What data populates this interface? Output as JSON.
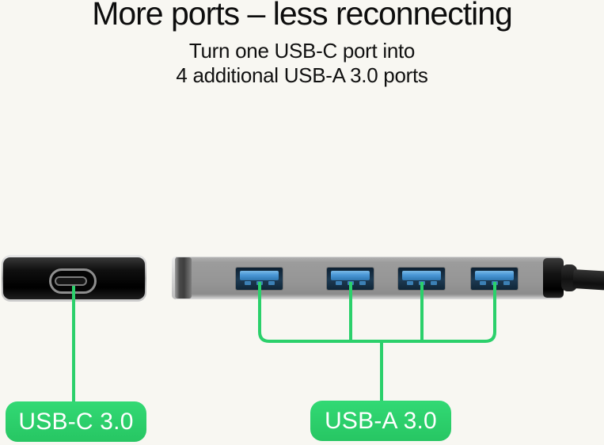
{
  "page": {
    "background_color": "#f8f7f2"
  },
  "header": {
    "title": "More ports – less reconnecting",
    "subtitle_lines": [
      "Turn one USB-C port into",
      "4 additional USB-A 3.0 ports"
    ]
  },
  "diagram": {
    "usb_c_label": "USB-C 3.0",
    "usb_a_label": "USB-A 3.0",
    "usb_a_port_count": 4,
    "usb_c_port_count": 1
  },
  "colors": {
    "accent_green": "#2bd06b",
    "label_text": "#ffffff",
    "hub_gray": "#959595",
    "port_navy": "#15293b",
    "port_blue": "#4a97d6",
    "device_black": "#0f0f0f",
    "title_text": "#0d0d0d"
  },
  "icons": {
    "usb_c_connector": "usb-c-oval-icon",
    "usb_a_connector": "usb-a-port-icon"
  }
}
